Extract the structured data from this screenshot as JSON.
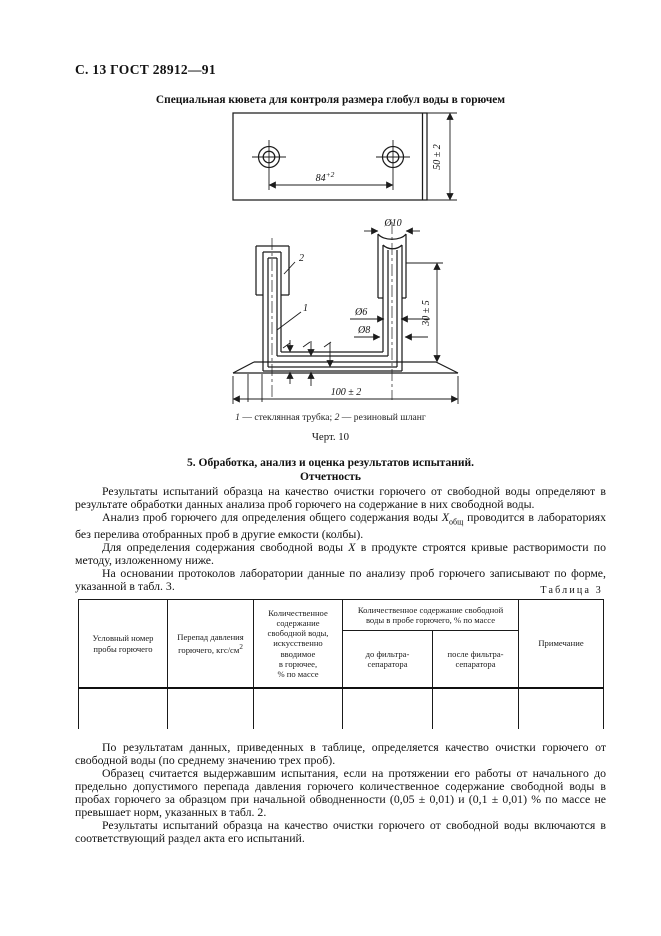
{
  "page": {
    "header_text": "С. 13 ГОСТ 28912—91",
    "figure_title": "Специальная кювета для контроля размера глобул воды в горючем",
    "caption": {
      "n1": "1",
      "t1": " — стеклянная трубка; ",
      "n2": "2",
      "t2": " — резиновый шланг"
    },
    "figure_number": "Черт. 10"
  },
  "drawing": {
    "dim_84": "84",
    "dim_84_tol": "+2",
    "dim_50": "50 ± 2",
    "dim_d10": "Ø10",
    "dim_d6": "Ø6",
    "dim_d8": "Ø8",
    "dim_30": "30 ± 5",
    "dim_100": "100 ± 2",
    "callout_1": "1",
    "callout_2": "2"
  },
  "section": {
    "heading_line1": "5. Обработка, анализ и оценка результатов испытаний.",
    "heading_line2": "Отчетность",
    "p1": "Результаты испытаний образца на качество очистки горючего от свободной воды определяют в результате обработки данных анализа проб горючего на содержание в них свободной воды.",
    "p2_before": "Анализ проб горючего для определения общего содержания воды ",
    "p2_var": "X",
    "p2_sub": "общ",
    "p2_after": " проводится в лабораториях без перелива отобранных проб в другие емкости (колбы).",
    "p3_before": "Для определения содержания свободной воды ",
    "p3_var": "X",
    "p3_after": " в продукте строятся кривые растворимости по методу, изложенному ниже.",
    "p4": "На основании протоколов лаборатории данные по анализу проб горючего записывают по форме, указанной в табл. 3."
  },
  "table": {
    "label": "Таблица 3",
    "col1": "Условный номер\nпробы горючего",
    "col2_main": "Перепад давления\nгорючего, кгс/см",
    "col2_sup": "2",
    "col3": "Количественное\nсодержание\nсвободной воды,\nискусственно\nвводимое\nв горючее,\n% по массе",
    "group": "Количественное содержание свободной\nводы в пробе горючего, % по массе",
    "sub1": "до фильтра-\nсепаратора",
    "sub2": "после фильтра-\nсепаратора",
    "col6": "Примечание"
  },
  "closing": {
    "p5": "По результатам данных, приведенных в таблице, определяется качество очистки горючего от свободной воды (по среднему значению трех проб).",
    "p6": "Образец считается выдержавшим испытания, если на протяжении его работы от начального до предельно допустимого перепада давления горючего количественное содержание свободной воды в пробах горючего за образцом при начальной обводненности (0,05 ± 0,01) и (0,1 ± 0,01)  % по массе не превышает норм, указанных в табл. 2.",
    "p7": "Результаты испытаний образца на качество очистки горючего от свободной воды включаются в соответствующий раздел акта его испытаний."
  }
}
